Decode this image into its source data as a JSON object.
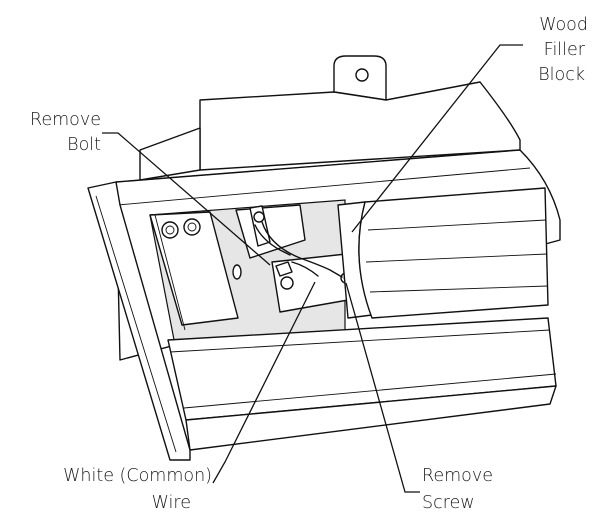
{
  "labels": {
    "wood_filler_block": [
      "Wood",
      "Filler",
      "Block"
    ],
    "remove_bolt": [
      "Remove",
      "Bolt"
    ],
    "white_common_wire": [
      "White (Common)",
      "Wire"
    ],
    "remove_screw": [
      "Remove",
      "Screw"
    ]
  },
  "colors": {
    "line": "#111111",
    "background": "#ffffff"
  }
}
